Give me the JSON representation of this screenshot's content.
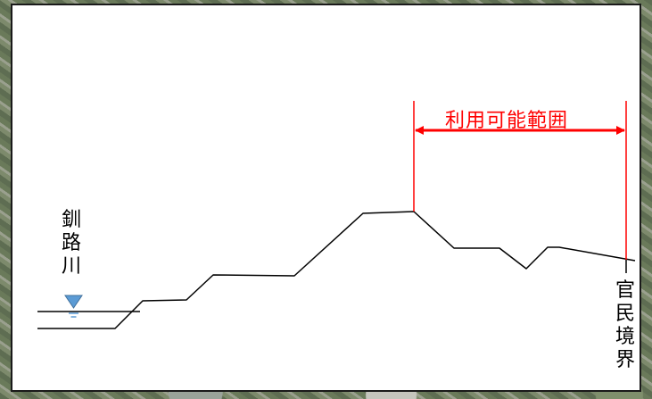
{
  "diagram": {
    "usable_range_label": "利用可能範囲",
    "river_label": [
      "釧",
      "路",
      "川"
    ],
    "boundary_label": [
      "官",
      "民",
      "境",
      "界"
    ],
    "colors": {
      "annotation": "#ff0000",
      "water_symbol": "#5b9bd5",
      "profile_line": "#000000",
      "panel_background": "#ffffff"
    },
    "icons": {
      "water_level": "water-level-triangle"
    }
  }
}
